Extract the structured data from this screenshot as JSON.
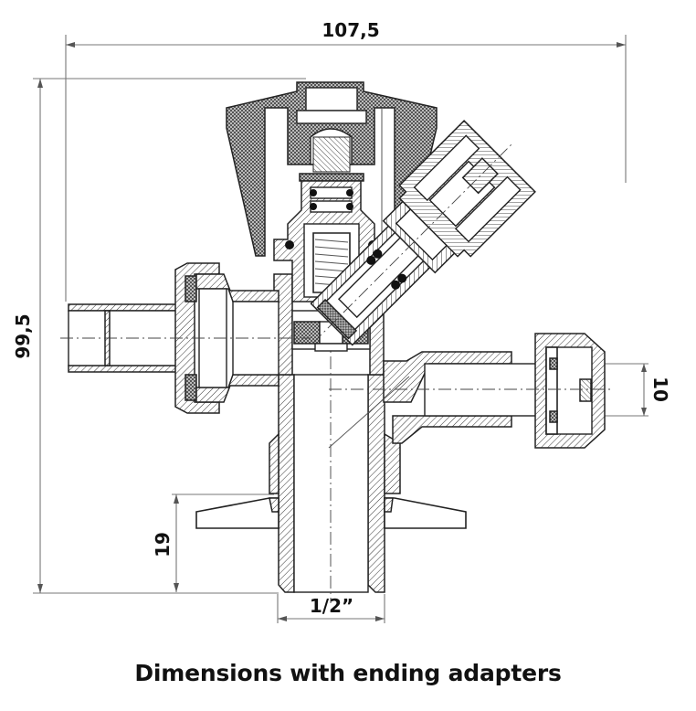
{
  "drawing": {
    "subject": "angle valve cross-section",
    "dimensions": {
      "overall_width": "107,5",
      "overall_height": "99,5",
      "outlet_diameter": "10",
      "flange_height": "19",
      "thread_size": "1/2”"
    }
  },
  "caption": "Dimensions with ending adapters"
}
